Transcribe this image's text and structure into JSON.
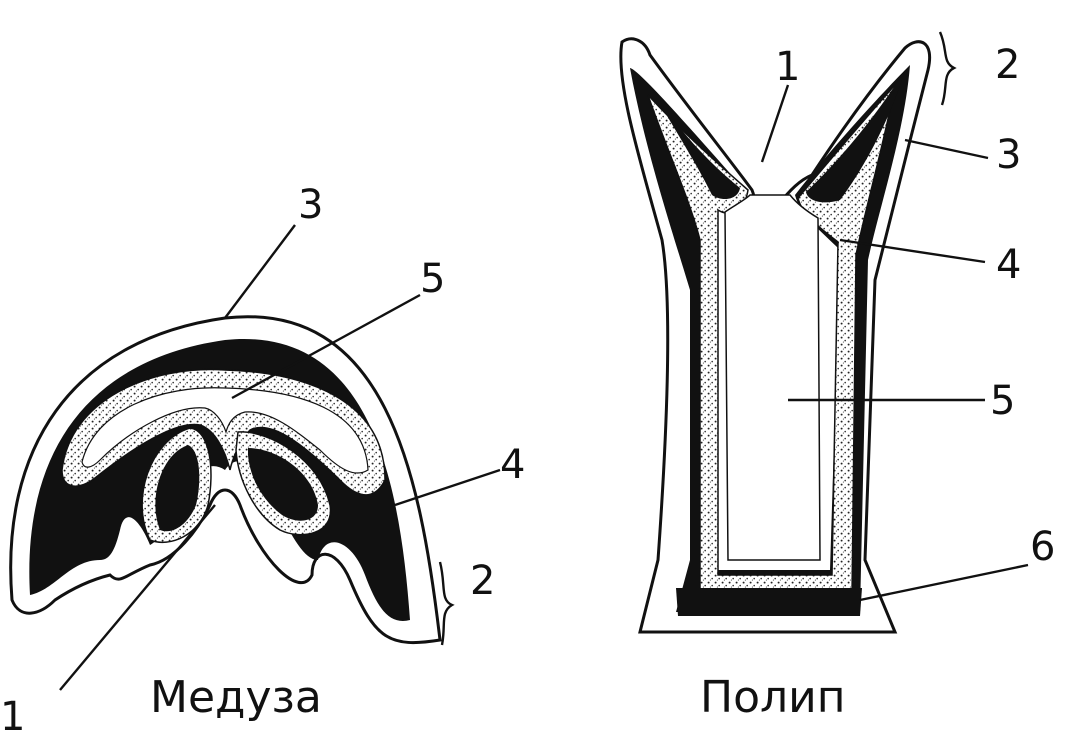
{
  "diagram": {
    "captions": {
      "medusa": "Медуза",
      "polyp": "Полип"
    },
    "medusa_labels": {
      "mouth": "1",
      "tentacles": "2",
      "ectoderm": "3",
      "endoderm": "4",
      "gastric_cavity": "5"
    },
    "polyp_labels": {
      "mouth": "1",
      "tentacles": "2",
      "ectoderm": "3",
      "endoderm": "4",
      "gastric_cavity": "5",
      "sole": "6"
    }
  }
}
